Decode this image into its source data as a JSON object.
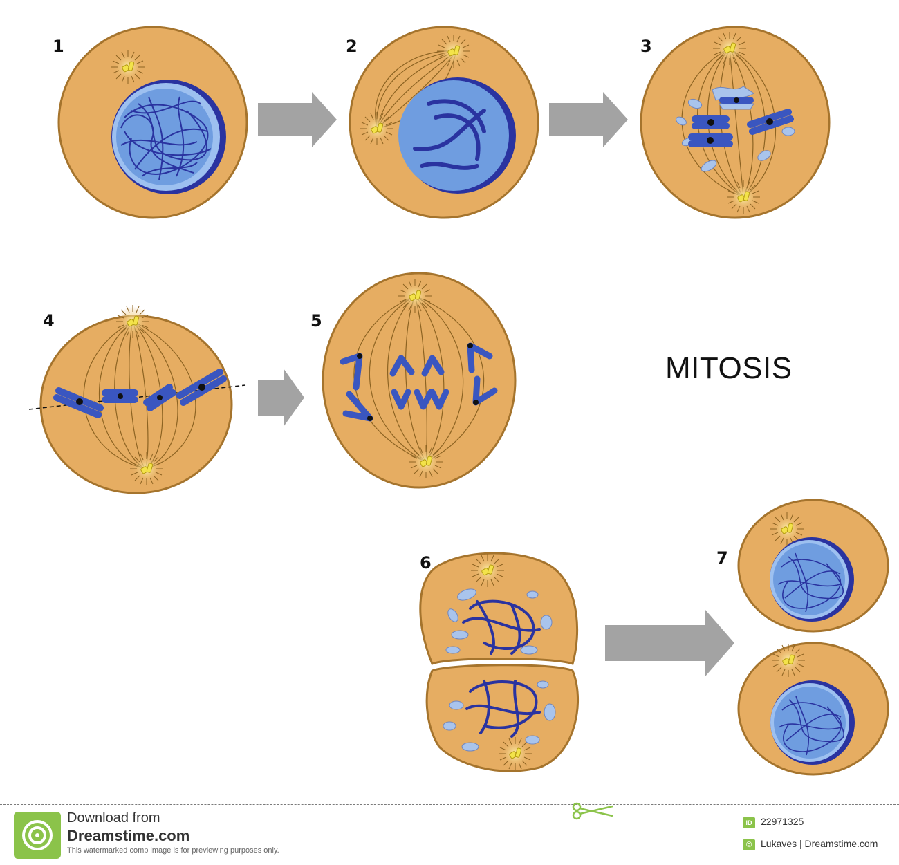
{
  "title": "MITOSIS",
  "stages": [
    {
      "number": "1"
    },
    {
      "number": "2"
    },
    {
      "number": "3"
    },
    {
      "number": "4"
    },
    {
      "number": "5"
    },
    {
      "number": "6"
    },
    {
      "number": "7"
    }
  ],
  "footer": {
    "download": "Download from",
    "site": "Dreamstime.com",
    "note": "This watermarked comp image is for previewing purposes only.",
    "id_badge": "ID",
    "id": "22971325",
    "c_badge": "©",
    "credit": "Lukaves | Dreamstime.com"
  },
  "colors": {
    "cytoplasm": "#e6ad62",
    "membrane": "#a5742d",
    "nucleus": "#6f9de0",
    "chromatin": "#2a33a0",
    "chromosome": "#3a56c0",
    "fragment": "#a9c4ec",
    "centrosome": "#f3e34a",
    "arrow": "#a3a3a3",
    "spindle": "#8c6322"
  },
  "icons": [
    "centrosome-icon",
    "arrow-icon",
    "scissors-icon",
    "dreamstime-logo-icon"
  ]
}
